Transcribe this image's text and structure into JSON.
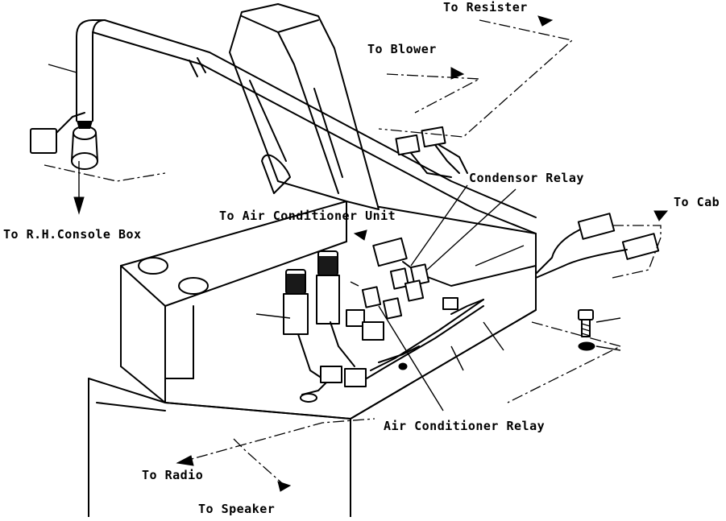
{
  "labels": {
    "to_resister": "To Resister",
    "to_blower": "To Blower",
    "condensor_relay": "Condensor Relay",
    "to_cab": "To Cab",
    "to_air_conditioner_unit": "To Air Conditioner Unit",
    "to_rh_console_box": "To R.H.Console Box",
    "air_conditioner_relay": "Air Conditioner Relay",
    "to_radio": "To Radio",
    "to_speaker": "To Speaker"
  }
}
